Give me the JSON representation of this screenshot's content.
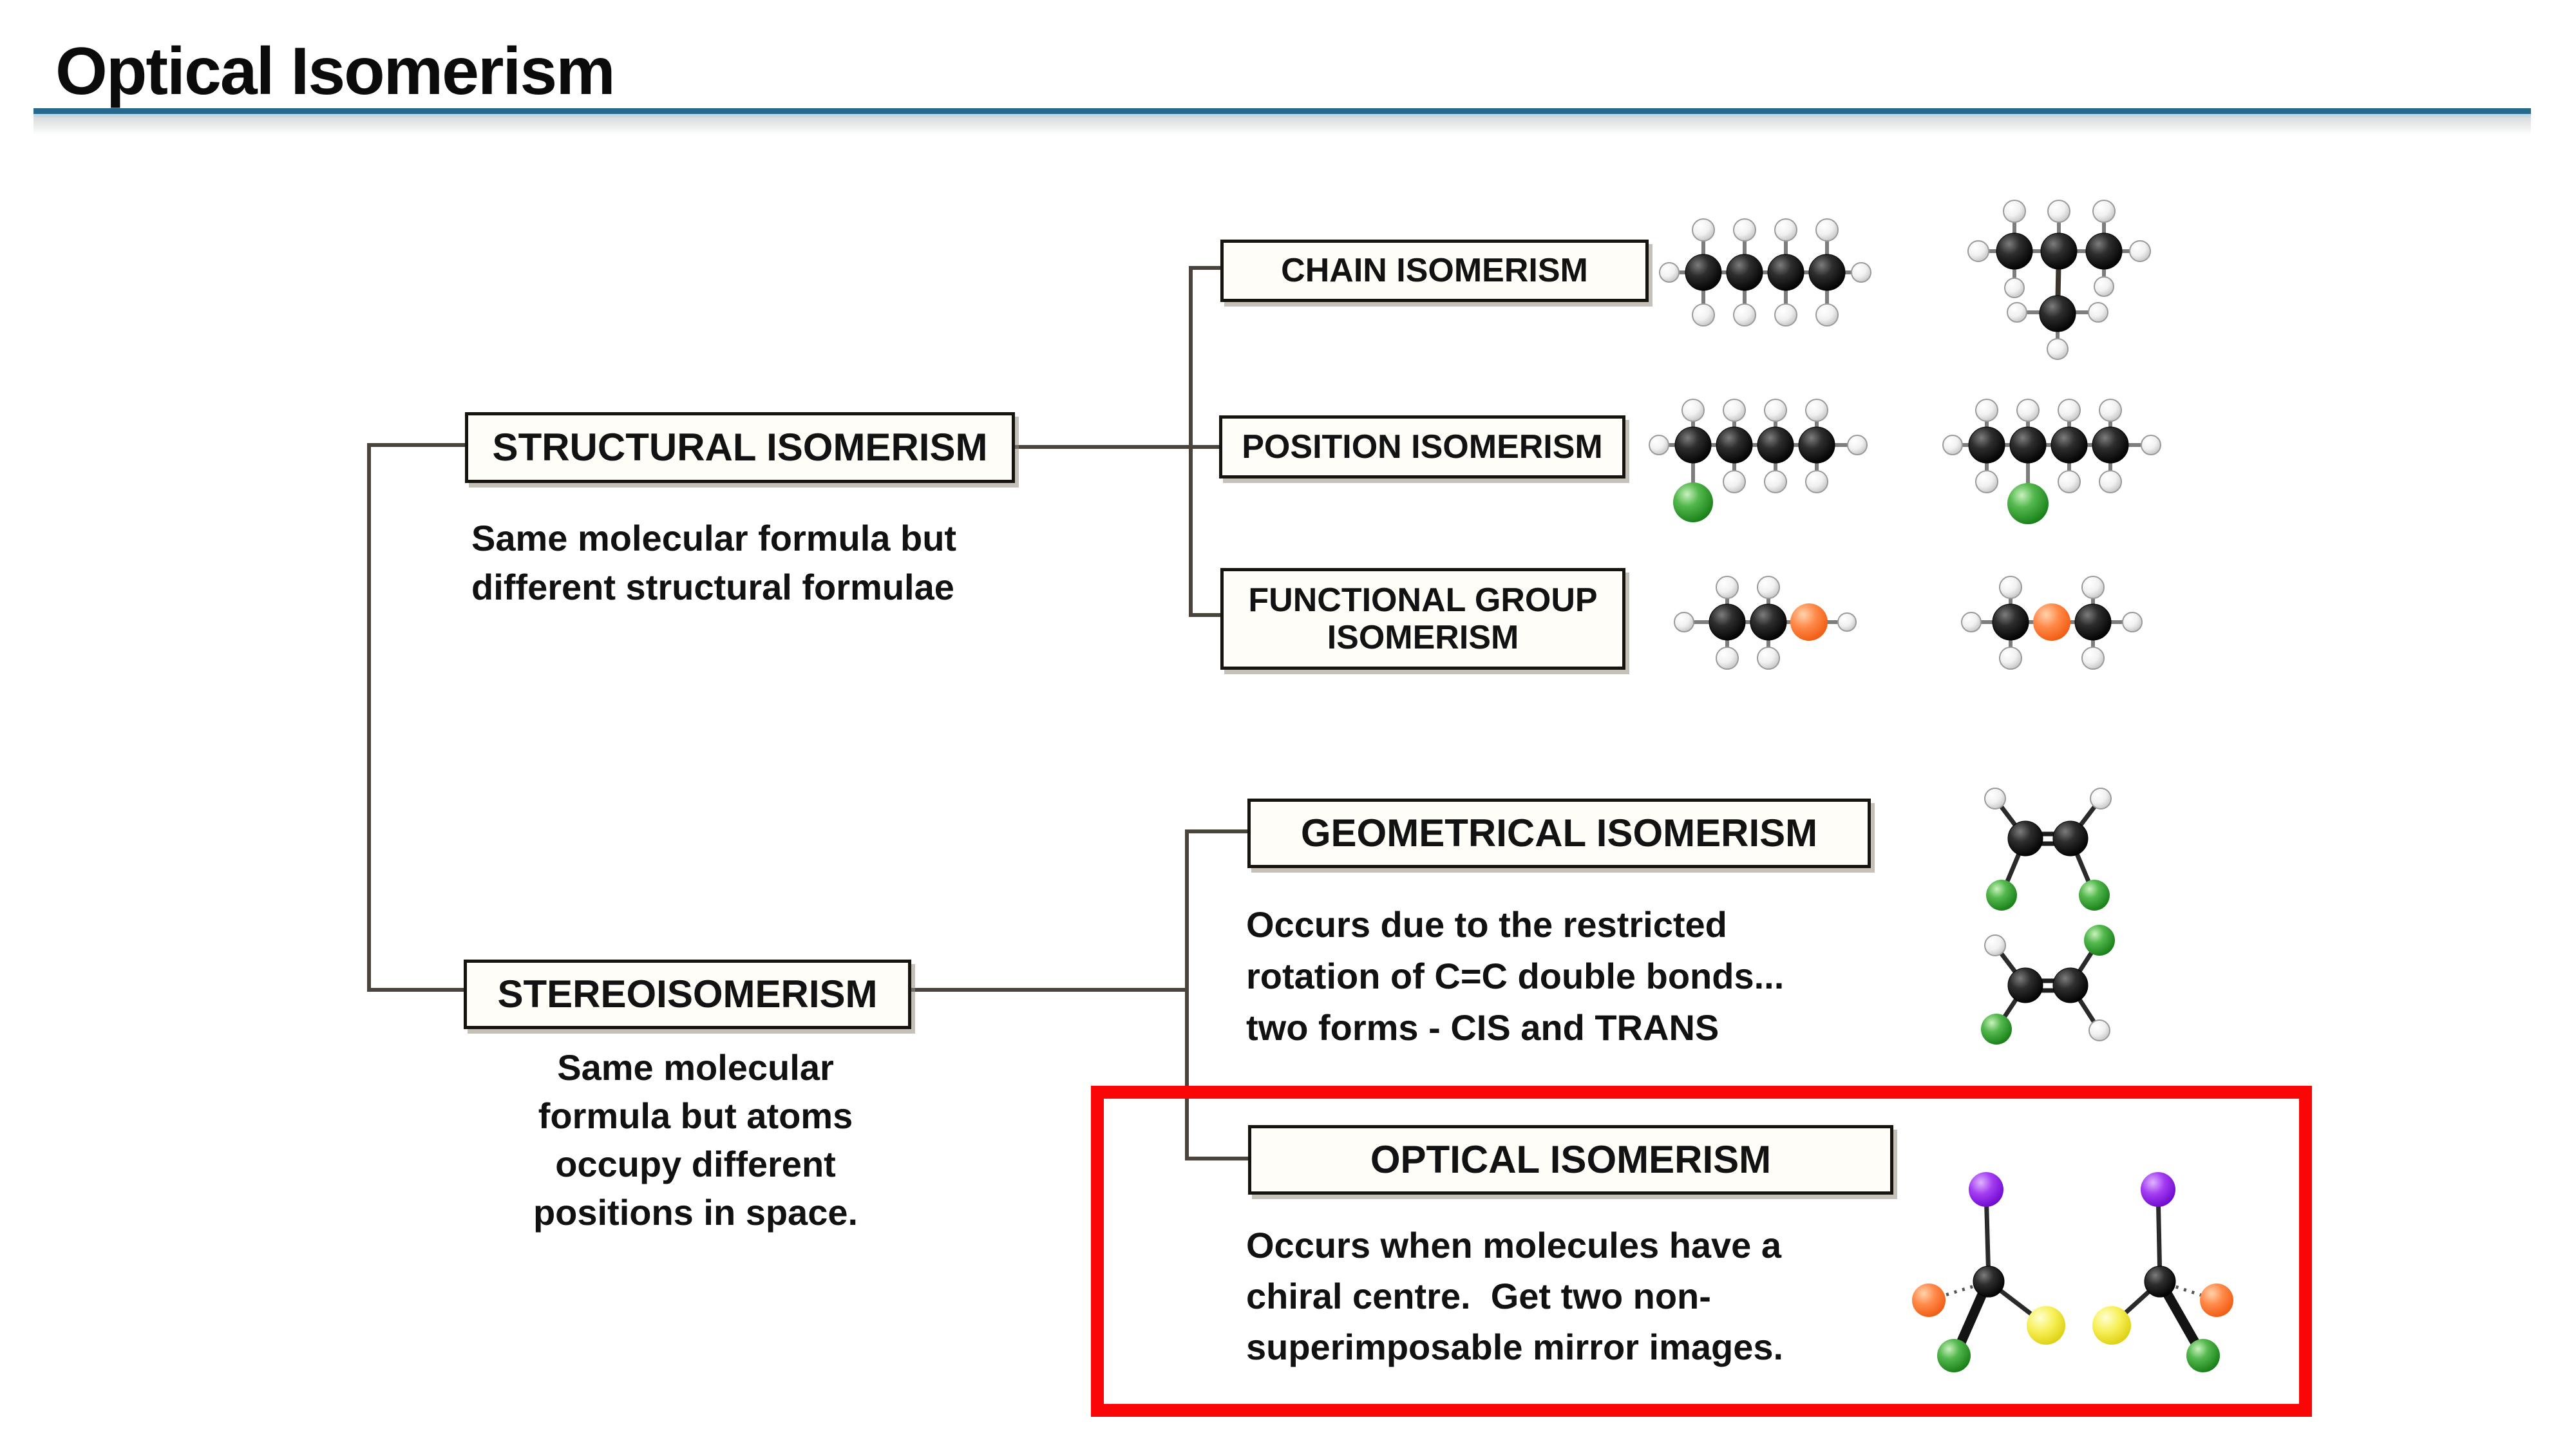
{
  "slide": {
    "title": "Optical Isomerism"
  },
  "colors": {
    "rule-color": "#27698C",
    "rule-underline": "#C5D7E2",
    "highlight-color": "#FB0606",
    "connector-color": "#4A443C",
    "box-fill": "#FFFDF7",
    "box-border": "#17130F",
    "text-color": "#121212",
    "carbon-atom": "#141414",
    "hydrogen-atom": "#F2F2F2",
    "chlorine-atom": "#2E9B2E",
    "oxygen-atom": "#FF7438",
    "purple-atom": "#9B30FF",
    "yellow-atom": "#F5E93D",
    "green-atom": "#1F8E1F"
  },
  "tree": {
    "structural": {
      "label": "STRUCTURAL ISOMERISM",
      "caption_lines": [
        "Same molecular formula but",
        "different structural formulae"
      ]
    },
    "stereo": {
      "label": "STEREOISOMERISM",
      "caption_lines": [
        "Same molecular",
        "formula but atoms",
        "occupy different",
        "positions in space."
      ]
    },
    "chain": {
      "label": "CHAIN ISOMERISM"
    },
    "position": {
      "label": "POSITION ISOMERISM"
    },
    "functional": {
      "label": "FUNCTIONAL GROUP ISOMERISM"
    },
    "geometrical": {
      "label": "GEOMETRICAL ISOMERISM",
      "caption_lines": [
        "Occurs due to the restricted",
        "rotation of C=C double bonds...",
        "two forms - CIS and TRANS"
      ]
    },
    "optical": {
      "label": "OPTICAL ISOMERISM",
      "caption_lines": [
        "Occurs when molecules have a",
        "chiral centre.  Get two non-",
        "superimposable mirror images."
      ]
    }
  },
  "molecules": {
    "chain_examples": [
      "butane",
      "methylpropane"
    ],
    "position_examples": [
      "1-chlorobutane",
      "2-chlorobutane"
    ],
    "functional_examples": [
      "ethanol",
      "dimethyl-ether"
    ],
    "geometrical_examples": [
      "cis-isomer",
      "trans-isomer"
    ],
    "optical_examples": [
      "chiral-molecule-left",
      "chiral-molecule-mirror"
    ]
  }
}
